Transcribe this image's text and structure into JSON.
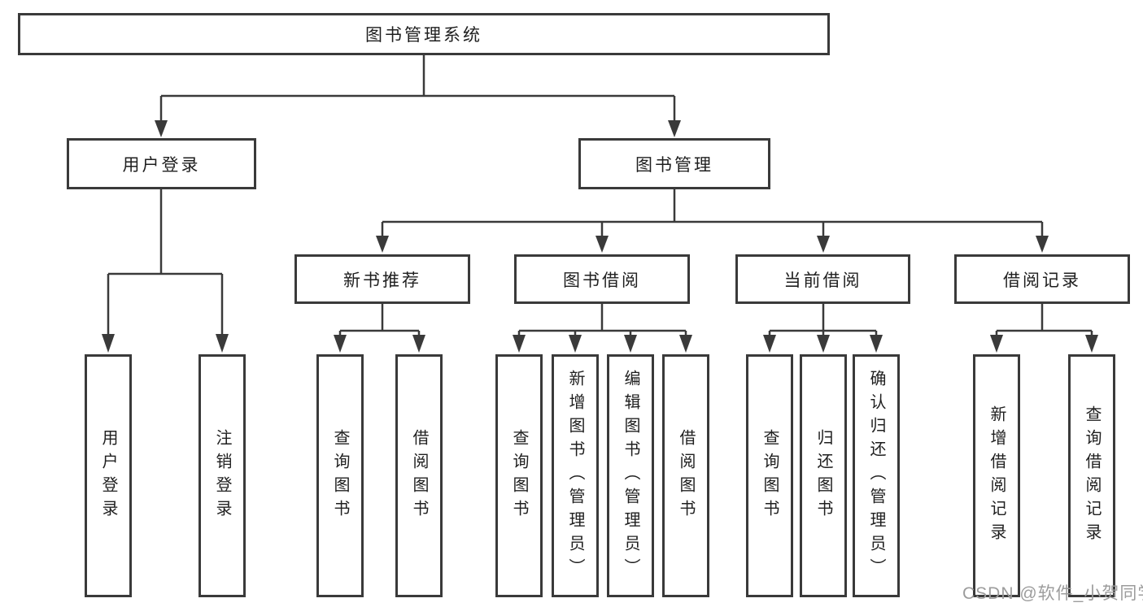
{
  "tree": {
    "label": "图书管理系统",
    "children": [
      {
        "label": "用户登录",
        "children": [
          {
            "label": "用户登录"
          },
          {
            "label": "注销登录"
          }
        ]
      },
      {
        "label": "图书管理",
        "children": [
          {
            "label": "新书推荐",
            "children": [
              {
                "label": "查询图书"
              },
              {
                "label": "借阅图书"
              }
            ]
          },
          {
            "label": "图书借阅",
            "children": [
              {
                "label": "查询图书"
              },
              {
                "label": "新增图书（管理员）"
              },
              {
                "label": "编辑图书（管理员）"
              },
              {
                "label": "借阅图书"
              }
            ]
          },
          {
            "label": "当前借阅",
            "children": [
              {
                "label": "查询图书"
              },
              {
                "label": "归还图书"
              },
              {
                "label": "确认归还（管理员）"
              }
            ]
          },
          {
            "label": "借阅记录",
            "children": [
              {
                "label": "新增借阅记录"
              },
              {
                "label": "查询借阅记录"
              }
            ]
          }
        ]
      }
    ]
  },
  "watermark": {
    "text": "CSDN @软件_小贺同学",
    "color": "#9c9c9c"
  },
  "colors": {
    "line": "#3a3a3a",
    "box_border": "#3a3a3a",
    "text": "#1f1f1f",
    "background": "#ffffff"
  }
}
